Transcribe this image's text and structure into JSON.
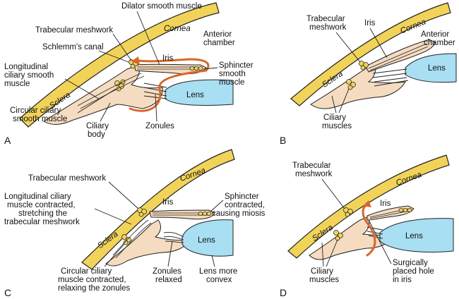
{
  "colors": {
    "sclera": "#f2d35a",
    "tissue": "#f5dcc0",
    "lens": "#a8dff2",
    "arrow": "#d9662a",
    "line": "#222222"
  },
  "panels": {
    "a": {
      "letter": "A",
      "labels": {
        "dilator": "Dilator smooth muscle",
        "cornea": "Cornea",
        "trabecular": "Trabecular meshwork",
        "schlemm": "Schlemm's canal",
        "anterior": [
          "Anterior",
          "chamber"
        ],
        "iris": "Iris",
        "sphincter": [
          "Sphincter",
          "smooth",
          "muscle"
        ],
        "longitudinal": [
          "Longitudinal",
          "ciliary smooth",
          "muscle"
        ],
        "sclera": "Sclera",
        "lens": "Lens",
        "circular": [
          "Circular ciliary",
          "smooth muscle"
        ],
        "ciliary_body": [
          "Ciliary",
          "body"
        ],
        "zonules": "Zonules"
      }
    },
    "b": {
      "letter": "B",
      "labels": {
        "trabecular": [
          "Trabecular",
          "meshwork"
        ],
        "iris": "Iris",
        "cornea": "Cornea",
        "anterior": [
          "Anterior",
          "chamber"
        ],
        "lens": "Lens",
        "sclera": "Sclera",
        "ciliary": [
          "Ciliary",
          "muscles"
        ]
      }
    },
    "c": {
      "letter": "C",
      "labels": {
        "cornea": "Cornea",
        "trabecular": "Trabecular meshwork",
        "longitudinal": [
          "Longitudinal ciliary",
          "muscle contracted,",
          "stretching the",
          "trabecular meshwork"
        ],
        "iris": "Iris",
        "sphincter": [
          "Sphincter",
          "contracted,",
          "causing miosis"
        ],
        "sclera": "Sclera",
        "lens": "Lens",
        "circular": [
          "Circular ciliary",
          "muscle contracted,",
          "relaxing the zonules"
        ],
        "zonules": [
          "Zonules",
          "relaxed"
        ],
        "lens_convex": [
          "Lens more",
          "convex"
        ]
      }
    },
    "d": {
      "letter": "D",
      "labels": {
        "trabecular": [
          "Trabecular",
          "meshwork"
        ],
        "cornea": "Cornea",
        "iris": "Iris",
        "sclera": "Sclera",
        "lens": "Lens",
        "ciliary": [
          "Ciliary",
          "muscles"
        ],
        "surgical": [
          "Surgically",
          "placed hole",
          "in iris"
        ]
      }
    }
  }
}
